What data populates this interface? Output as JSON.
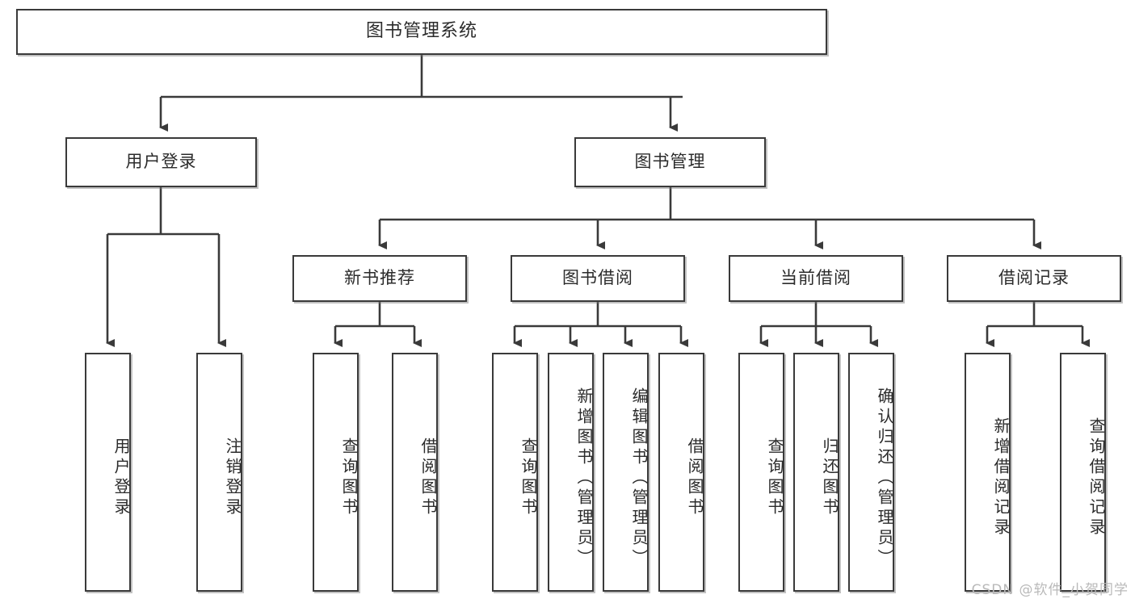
{
  "diagram": {
    "title": "图书管理系统",
    "type": "tree",
    "root": {
      "label": "图书管理系统"
    },
    "level1": [
      {
        "label": "用户登录"
      },
      {
        "label": "图书管理"
      }
    ],
    "level2": [
      {
        "label": "新书推荐"
      },
      {
        "label": "图书借阅"
      },
      {
        "label": "当前借阅"
      },
      {
        "label": "借阅记录"
      }
    ],
    "leaves": {
      "user_login": [
        {
          "label": "用户登录"
        },
        {
          "label": "注销登录"
        }
      ],
      "new_book_recommend": [
        {
          "label": "查询图书"
        },
        {
          "label": "借阅图书"
        }
      ],
      "book_borrow": [
        {
          "label": "查询图书"
        },
        {
          "label": "新增图书（管理员）"
        },
        {
          "label": "编辑图书（管理员）"
        },
        {
          "label": "借阅图书"
        }
      ],
      "current_borrow": [
        {
          "label": "查询图书"
        },
        {
          "label": "归还图书"
        },
        {
          "label": "确认归还（管理员）"
        }
      ],
      "borrow_record": [
        {
          "label": "新增借阅记录"
        },
        {
          "label": "查询借阅记录"
        }
      ]
    }
  },
  "watermark": {
    "text": "CSDN @软件_小贺同学"
  },
  "colors": {
    "box_border": "#3a3a3a",
    "box_fill": "#ffffff",
    "text": "#2b2b2b",
    "line": "#3a3a3a",
    "watermark": "#b9b9b9"
  }
}
